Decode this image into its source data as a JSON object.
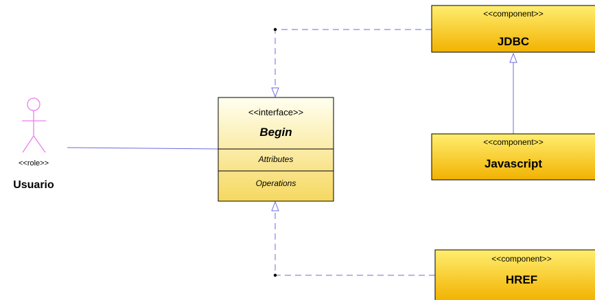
{
  "colors": {
    "line": "#6a6ae0",
    "actor": "#f07cf0",
    "component_top": "#ffee70",
    "component_bottom": "#f2b200",
    "interface_top": "#fffff0",
    "interface_bottom": "#f6d860",
    "border": "#000000"
  },
  "actor": {
    "stereotype": "<<role>>",
    "name": "Usuario",
    "icon": "stick-figure-icon"
  },
  "interface": {
    "stereotype": "<<interface>>",
    "name": "Begin",
    "attributes_label": "Attributes",
    "operations_label": "Operations"
  },
  "components": [
    {
      "id": "jdbc",
      "stereotype": "<<component>>",
      "name": "JDBC"
    },
    {
      "id": "javascript",
      "stereotype": "<<component>>",
      "name": "Javascript"
    },
    {
      "id": "href",
      "stereotype": "<<component>>",
      "name": "HREF"
    }
  ]
}
